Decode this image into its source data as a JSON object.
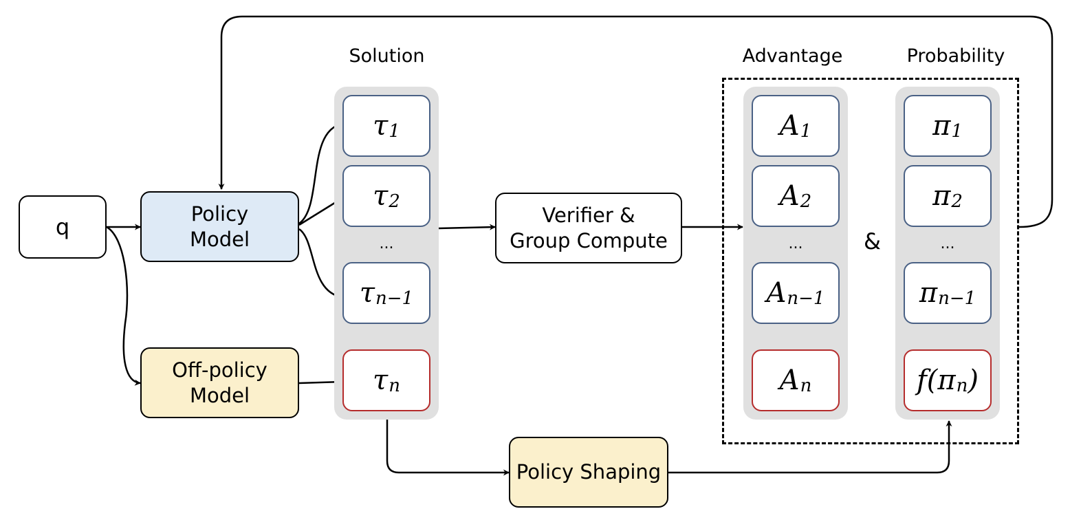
{
  "headers": {
    "solution": "Solution",
    "advantage": "Advantage",
    "probability": "Probability"
  },
  "nodes": {
    "query": "q",
    "policy_model": "Policy\nModel",
    "off_policy_model": "Off-policy\nModel",
    "verifier": "Verifier &\nGroup Compute",
    "policy_shaping": "Policy Shaping"
  },
  "solution": {
    "tau_1": {
      "base": "τ",
      "sub": "1"
    },
    "tau_2": {
      "base": "τ",
      "sub": "2"
    },
    "ellipsis": "...",
    "tau_n_minus_1": {
      "base": "τ",
      "sub": "n−1"
    },
    "tau_n": {
      "base": "τ",
      "sub": "n"
    }
  },
  "advantage": {
    "a_1": {
      "base": "A",
      "sub": "1"
    },
    "a_2": {
      "base": "A",
      "sub": "2"
    },
    "ellipsis": "...",
    "a_n_minus_1": {
      "base": "A",
      "sub": "n−1"
    },
    "a_n": {
      "base": "A",
      "sub": "n"
    }
  },
  "ampersand": "&",
  "probability": {
    "pi_1": {
      "base": "π",
      "sub": "1"
    },
    "pi_2": {
      "base": "π",
      "sub": "2"
    },
    "ellipsis": "...",
    "pi_n_minus_1": {
      "base": "π",
      "sub": "n−1"
    },
    "f_pi_n": {
      "prefix": "f(",
      "base": "π",
      "sub": "n",
      "suffix": ")"
    }
  },
  "colors": {
    "policy_fill": "#deeaf6",
    "off_policy_fill": "#fbf0cc",
    "column_bg": "#e0e0e0",
    "cell_border": "#4a6185",
    "highlight_border": "#b52c2c"
  }
}
